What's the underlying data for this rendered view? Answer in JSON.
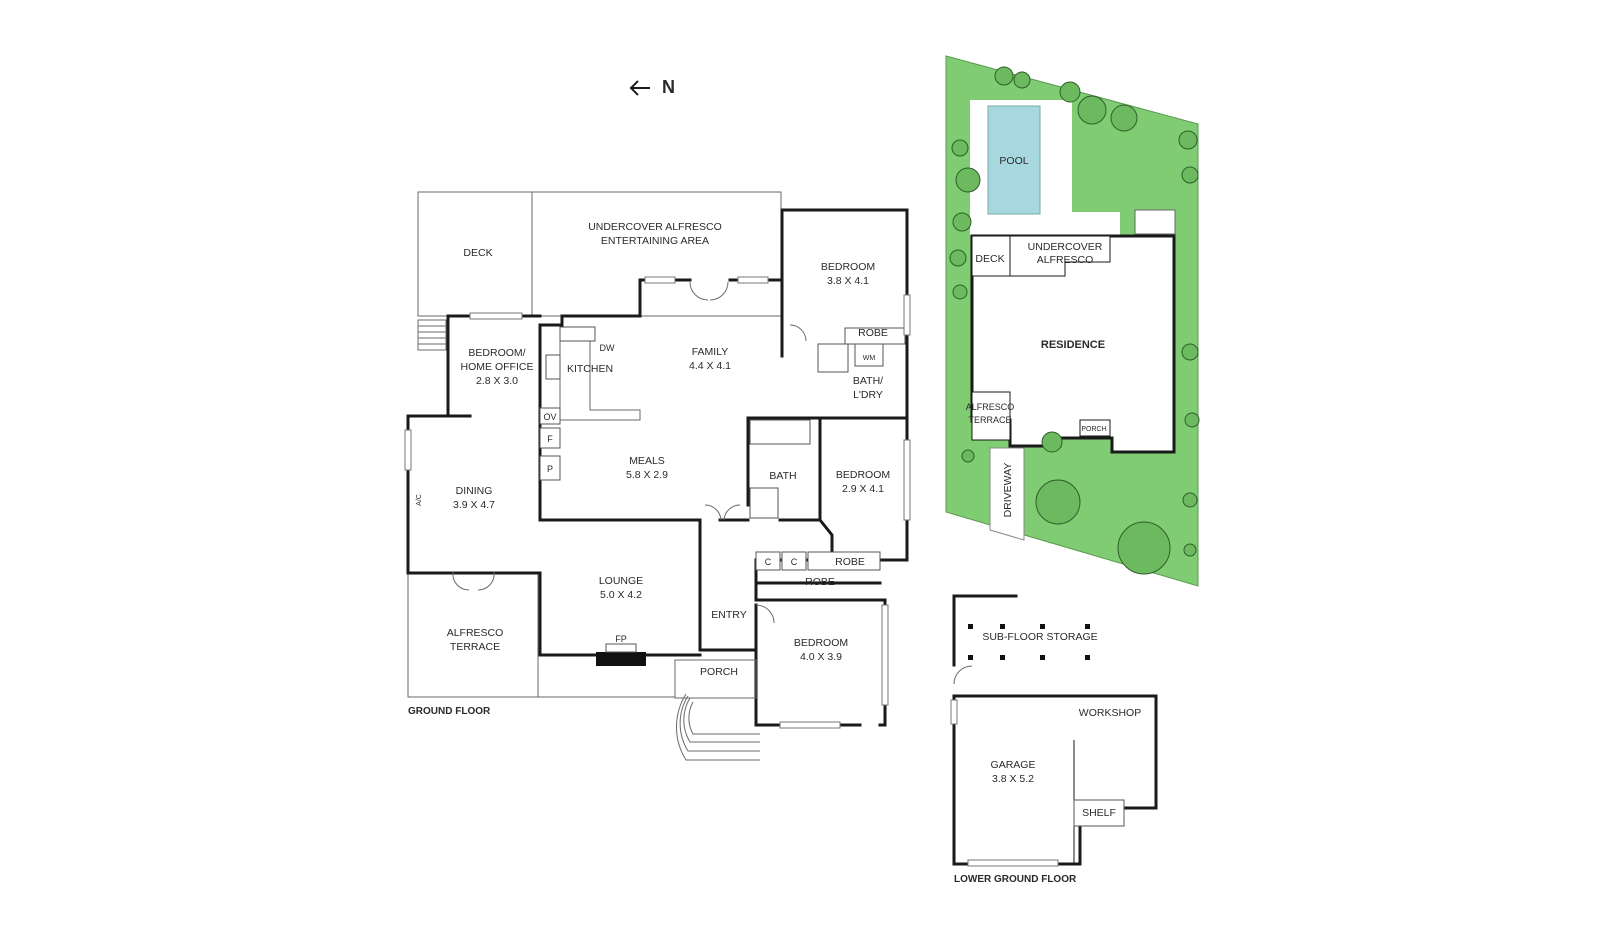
{
  "compass": {
    "label": "N",
    "arrow": "arrow-left-icon"
  },
  "ground_floor": {
    "title": "GROUND FLOOR",
    "rooms": {
      "deck": "DECK",
      "alfresco_line1": "UNDERCOVER ALFRESCO",
      "alfresco_line2": "ENTERTAINING AREA",
      "bedroom1_name": "BEDROOM",
      "bedroom1_size": "3.8 X 4.1",
      "robe1": "ROBE",
      "office_line1": "BEDROOM/",
      "office_line2": "HOME OFFICE",
      "office_size": "2.8 X 3.0",
      "kitchen": "KITCHEN",
      "dw": "DW",
      "ov": "OV",
      "f": "F",
      "p": "P",
      "family_name": "FAMILY",
      "family_size": "4.4 X 4.1",
      "bath_ldry_line1": "BATH/",
      "bath_ldry_line2": "L'DRY",
      "wm": "WM",
      "meals_name": "MEALS",
      "meals_size": "5.8 X 2.9",
      "bath": "BATH",
      "bedroom2_name": "BEDROOM",
      "bedroom2_size": "2.9 X 4.1",
      "dining_name": "DINING",
      "dining_size": "3.9 X 4.7",
      "ac": "A/C",
      "c1": "C",
      "c2": "C",
      "robe2": "ROBE",
      "robe3": "ROBE",
      "lounge_name": "LOUNGE",
      "lounge_size": "5.0 X 4.2",
      "fp": "FP",
      "entry": "ENTRY",
      "bedroom3_name": "BEDROOM",
      "bedroom3_size": "4.0 X 3.9",
      "terrace_line1": "ALFRESCO",
      "terrace_line2": "TERRACE",
      "porch": "PORCH"
    }
  },
  "site_plan": {
    "pool": "POOL",
    "deck": "DECK",
    "alfresco_line1": "UNDERCOVER",
    "alfresco_line2": "ALFRESCO",
    "residence": "RESIDENCE",
    "terrace_line1": "ALFRESCO",
    "terrace_line2": "TERRACE",
    "porch": "PORCH",
    "driveway": "DRIVEWAY",
    "colors": {
      "lawn": "#7fcc73",
      "pool": "#a8d8df"
    }
  },
  "lower_ground_floor": {
    "title": "LOWER GROUND FLOOR",
    "storage": "SUB-FLOOR STORAGE",
    "workshop": "WORKSHOP",
    "garage_name": "GARAGE",
    "garage_size": "3.8 X 5.2",
    "shelf": "SHELF"
  }
}
